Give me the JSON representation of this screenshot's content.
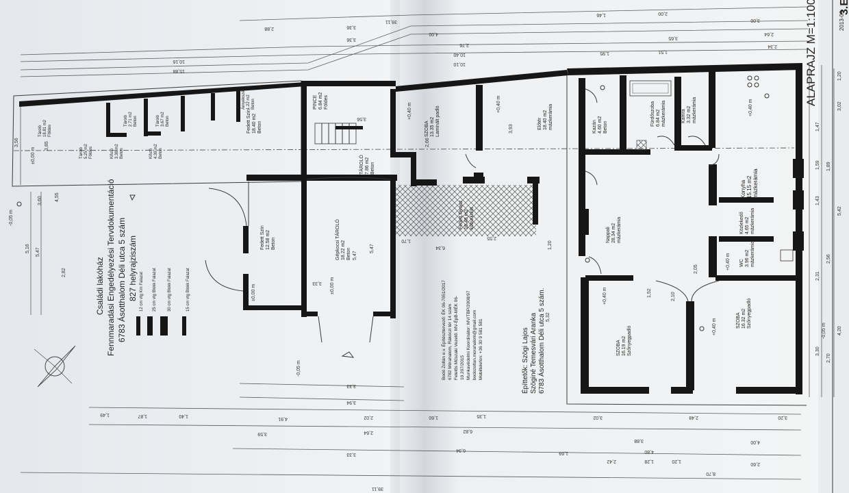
{
  "sheet": {
    "title_vertical": "ALAPRAJZ M=1:100",
    "date_fragment": "2013-09",
    "corner_fragment": "3.E"
  },
  "project": {
    "line1": "Családi lakóház",
    "line2": "Fennmaradási Engedélyezési Tervdokumentáció",
    "line3": "6783 Ásotthalom Déli utca 5 szám",
    "line4": "827 helyrajziszám"
  },
  "legend": [
    "12 cm vtg Km Falazat",
    "25 cm vtg Blokk Falazat",
    "30 cm vtg Blokk Falazat",
    "15 cm vtg Blokk Falazat"
  ],
  "designer": [
    "Bodó Zoltán e.v. Építésztervező: ÉK 06-7051/2017",
    "6782 Mórahalom, Rákóczi tér 14 szám",
    "Felelős Műszaki Vezető: MV-ÉpB-MÉK 06-",
    "10.207/2015",
    "Munkavédelmi Koordinátor: MV/TBP/2008/97",
    "bodozoltan.morahalom@gmail.com",
    "Mobiltelefon: +36 30 9 581 581"
  ],
  "builders": [
    "Építtetők: Szögi Lajos",
    "Szöginé Temesvári Aranka",
    "6783 Ásotthalom Déli utca 5 szám."
  ],
  "rooms": {
    "napali": [
      "Nappali",
      "28.34 m2",
      "mázkerámia"
    ],
    "konyha": [
      "Konyha",
      "15.15 m2",
      "mázkerámia"
    ],
    "kozlekedo": [
      "Közlekedő",
      "4.65 m2",
      "mázkerámia"
    ],
    "wc": [
      "WC",
      "3.96 m2",
      "mázkerámia"
    ],
    "szoba_se": [
      "SZOBA",
      "16.32 m2",
      "Szőnyegpadló"
    ],
    "szoba_s": [
      "SZOBA",
      "16.19 m2",
      "Szőnyegpadló"
    ],
    "szoba_n": [
      "SZOBA",
      "13.35 m2",
      "Laminált padló"
    ],
    "furdo": [
      "Fürdőszoba",
      "6.84 m2",
      "mázkerámia"
    ],
    "kamra": [
      "Kamra",
      "3.32 m2",
      "mázkerámia"
    ],
    "kazan": [
      "Kazán",
      "4.60 m2",
      "Beton"
    ],
    "eloter": [
      "Előtér",
      "18.40 m2",
      "mázkerámia"
    ],
    "terasz": [
      "Fedett Terasz",
      "16.46 m2",
      "kőburkolat"
    ],
    "garage": [
      "Gépkocsi TÁROLÓ",
      "18.22 m2",
      "Beton"
    ],
    "tarolo_mid": [
      "TÁROLÓ",
      "7.86 m2",
      "Beton"
    ],
    "pince": [
      "PINCE",
      "6.84 m2",
      "Földes"
    ],
    "fedett_szin1": [
      "Fedett Szín",
      "12.58 m2",
      "Beton"
    ],
    "fedett_szin2": [
      "Fedett Szín",
      "18.40 m2",
      "Beton"
    ],
    "amyek": [
      "Árnyékszék",
      "1.22 m2",
      "Beton"
    ],
    "tarolo_1": [
      "Tároló",
      "3.67 m2",
      "Beton"
    ],
    "tarolo_2": [
      "Tároló",
      "2.71 m2",
      "Beton"
    ],
    "tarolo_3": [
      "Tároló",
      "18.81 m2",
      "Földes"
    ],
    "tarolo_4": [
      "Tároló",
      "5.25 m2",
      "Földes"
    ],
    "kifuto_1": [
      "Kifutó",
      "3.38 m2",
      "Beton"
    ],
    "kifuto_2": [
      "Kifutó",
      "4.39 m2",
      "Beton"
    ]
  },
  "levels": {
    "zero": "±0,00 m",
    "plus40": "+0,40 m",
    "minus05": "-0,05 m"
  },
  "dims_top": [
    "39,11",
    "3,36",
    "3,36",
    "10,40",
    "10,10",
    "10,16",
    "15,88",
    "2,88",
    "4,00",
    "2,76",
    "3,65",
    "2,64",
    "3,00",
    "2,00",
    "1,46",
    "1,95",
    "1,51",
    "2,34"
  ],
  "dims_bottom": [
    "39,11",
    "2,02",
    "1,60",
    "1,35",
    "3,02",
    "2,48",
    "3,20",
    "3,59",
    "2,64",
    "4,91",
    "3,33",
    "3,94",
    "3,33",
    "6,34",
    "6,82",
    "1,87",
    "1,40",
    "1,49",
    "2,60",
    "2,42",
    "1,28",
    "1,20",
    "3,88",
    "4,80",
    "4,00",
    "1,69",
    "8,70"
  ],
  "dims_right": [
    "1,20",
    "3,02",
    "1,47",
    "1,59",
    "1,89",
    "1,43",
    "5,42",
    "2,56",
    "2,31",
    "3,30",
    "4,20",
    "2,70"
  ],
  "dims_left": [
    "3,56",
    "3,85",
    "3,60",
    "5,16",
    "5,47",
    "5,47",
    "4,55",
    "2,82"
  ],
  "interior_dims": [
    "2,66",
    "3,93",
    "3,56",
    "5,32",
    "6,34",
    "2,55",
    "1,70",
    "3,33",
    "5,47",
    "1,52",
    "2,10",
    "1,20",
    "2,05"
  ]
}
